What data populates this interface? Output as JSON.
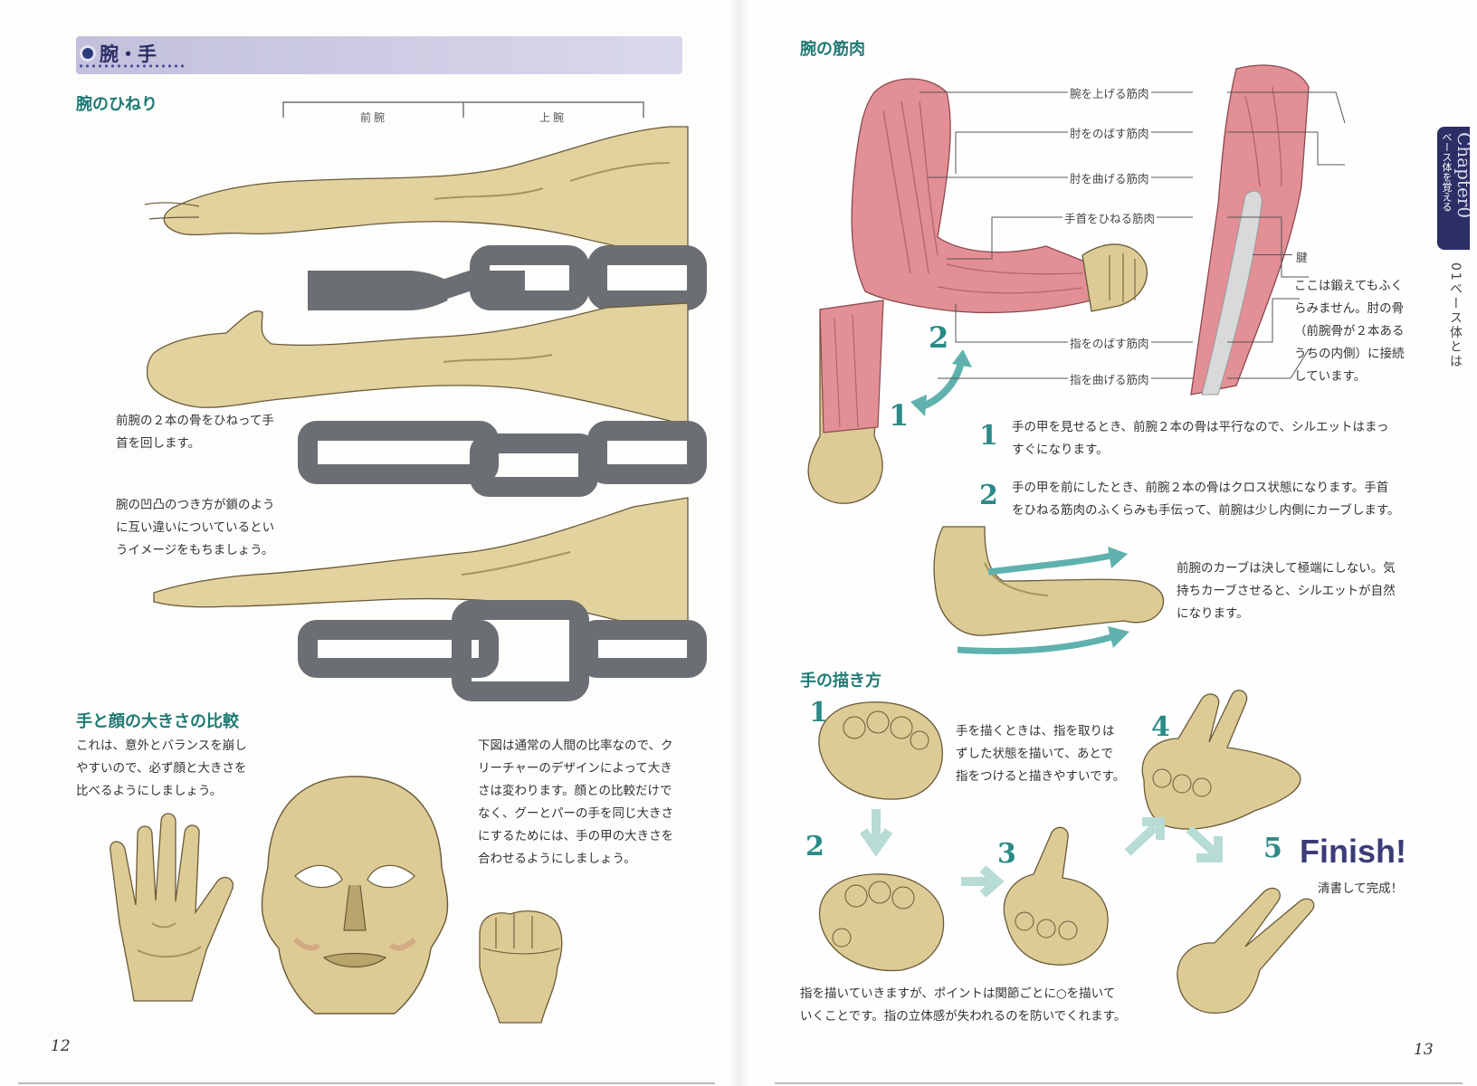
{
  "left": {
    "header_title": "腕・手",
    "section_twist_title": "腕のひねり",
    "bracket_forearm": "前腕",
    "bracket_upperarm": "上腕",
    "twist_text_1": [
      "前腕の２本の骨をひねって手",
      "首を回します。"
    ],
    "twist_text_2": [
      "腕の凹凸のつき方が鎖のよう",
      "に互い違いについているとい",
      "うイメージをもちましょう。"
    ],
    "section_size_title": "手と顔の大きさの比較",
    "size_text_1": [
      "これは、意外とバランスを崩し",
      "やすいので、必ず顔と大きさを",
      "比べるようにしましょう。"
    ],
    "size_text_2": [
      "下図は通常の人間の比率なので、ク",
      "リーチャーのデザインによって大き",
      "さは変わります。顔との比較だけで",
      "なく、グーとパーの手を同じ大きさ",
      "にするためには、手の甲の大きさを",
      "合わせるようにしましょう。"
    ],
    "page_number": "12"
  },
  "right": {
    "section_muscle_title": "腕の筋肉",
    "muscle_labels": [
      "腕を上げる筋肉",
      "肘をのばす筋肉",
      "肘を曲げる筋肉",
      "手首をひねる筋肉",
      "指をのばす筋肉",
      "指を曲げる筋肉"
    ],
    "tendon_label": "腱",
    "tendon_text": [
      "ここは鍛えてもふく",
      "らみません。肘の骨",
      "（前腕骨が２本ある",
      "うちの内側）に接続",
      "しています。"
    ],
    "fig_num_1": "1",
    "fig_num_2": "2",
    "note1_num": "1",
    "note1_text": [
      "手の甲を見せるとき、前腕２本の骨は平行なので、シルエットはまっ",
      "すぐになります。"
    ],
    "note2_num": "2",
    "note2_text": [
      "手の甲を前にしたとき、前腕２本の骨はクロス状態になります。手首",
      "をひねる筋肉のふくらみも手伝って、前腕は少し内側にカーブします。"
    ],
    "curve_text": [
      "前腕のカーブは決して極端にしない。気",
      "持ちカーブさせると、シルエットが自然",
      "になります。"
    ],
    "section_hand_title": "手の描き方",
    "step_nums": [
      "1",
      "2",
      "3",
      "4",
      "5"
    ],
    "step1_text": [
      "手を描くときは、指を取りは",
      "ずした状態を描いて、あとで",
      "指をつけると描きやすいです。"
    ],
    "finish_label": "Finish!",
    "finish_sub": "清書して完成！",
    "bottom_text": [
      "指を描いていきますが、ポイントは関節ごとに○を描いて",
      "いくことです。指の立体感が失われるのを防いでくれます。"
    ],
    "side_tab_chapter": "Chapter0",
    "side_tab_title": "ベース体を覚える",
    "side_vertical": "01ベース体とは",
    "page_number": "13"
  },
  "colors": {
    "teal": "#1f7a74",
    "skin": "#e4d4a0",
    "skin_shadow": "#b8a870",
    "muscle": "#e28f95",
    "chain": "#6b6e72",
    "header_band": "#c9c7e0",
    "tab_navy": "#2c2e66"
  }
}
